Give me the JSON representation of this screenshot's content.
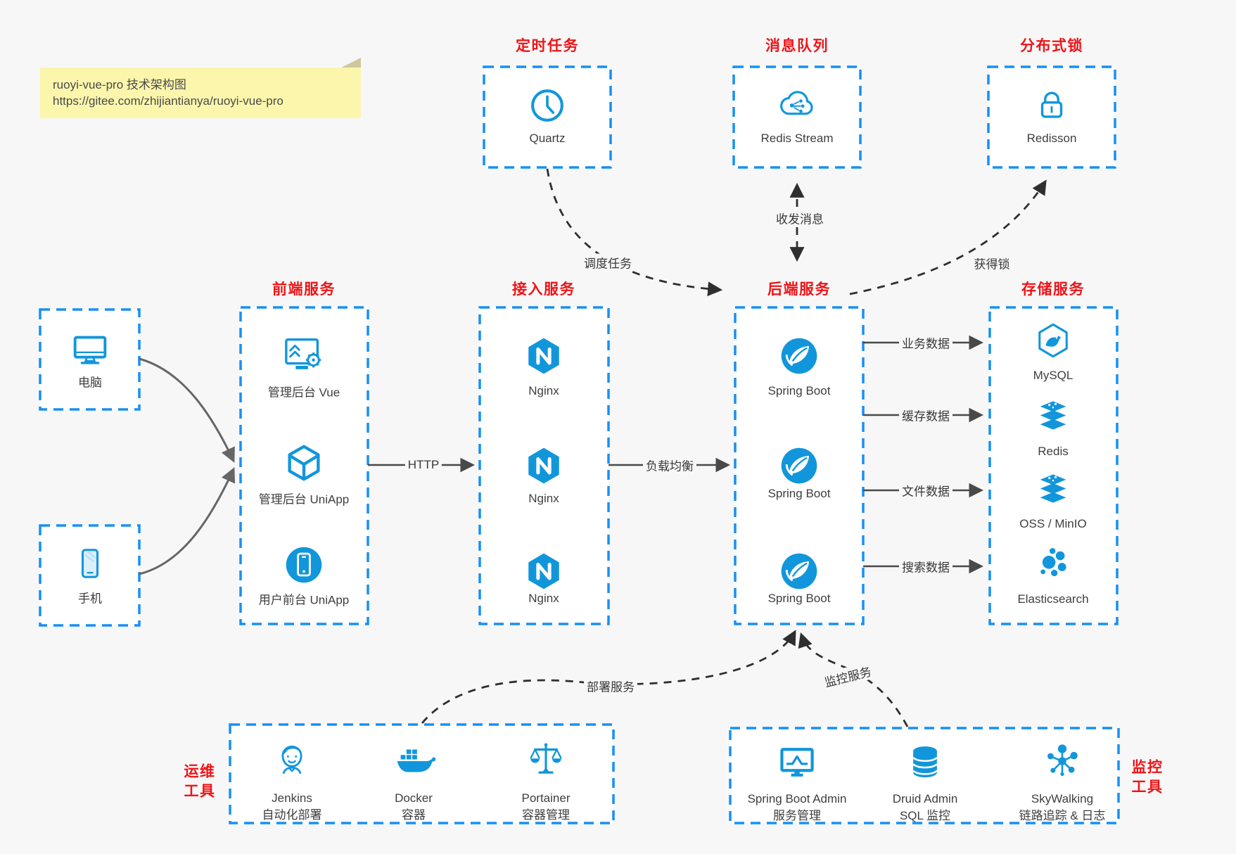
{
  "note": {
    "line1": "ruoyi-vue-pro 技术架构图",
    "line2": "https://gitee.com/zhijiantianya/ruoyi-vue-pro"
  },
  "colors": {
    "border_blue": "#1690f5",
    "icon_blue": "#1296db",
    "title_red": "#ee1417",
    "note_yellow": "#fbf6ab",
    "background": "#f7f7f8",
    "arrow_dark": "#494949"
  },
  "top_groups": [
    {
      "title": "定时任务",
      "icon": "clock-icon",
      "label": "Quartz"
    },
    {
      "title": "消息队列",
      "icon": "cloud-share-icon",
      "label": "Redis Stream"
    },
    {
      "title": "分布式锁",
      "icon": "lock-icon",
      "label": "Redisson"
    }
  ],
  "clients": [
    {
      "icon": "desktop-icon",
      "label": "电脑"
    },
    {
      "icon": "mobile-icon",
      "label": "手机"
    }
  ],
  "columns": [
    {
      "title": "前端服务",
      "items": [
        {
          "icon": "admin-vue-icon",
          "label": "管理后台 Vue"
        },
        {
          "icon": "cube-icon",
          "label": "管理后台 UniApp"
        },
        {
          "icon": "mobile-app-icon",
          "label": "用户前台 UniApp"
        }
      ]
    },
    {
      "title": "接入服务",
      "items": [
        {
          "icon": "nginx-icon",
          "label": "Nginx"
        },
        {
          "icon": "nginx-icon",
          "label": "Nginx"
        },
        {
          "icon": "nginx-icon",
          "label": "Nginx"
        }
      ]
    },
    {
      "title": "后端服务",
      "items": [
        {
          "icon": "spring-icon",
          "label": "Spring Boot"
        },
        {
          "icon": "spring-icon",
          "label": "Spring Boot"
        },
        {
          "icon": "spring-icon",
          "label": "Spring Boot"
        }
      ]
    },
    {
      "title": "存储服务",
      "items": [
        {
          "icon": "mysql-icon",
          "label": "MySQL"
        },
        {
          "icon": "redis-icon",
          "label": "Redis"
        },
        {
          "icon": "oss-icon",
          "label": "OSS / MinIO"
        },
        {
          "icon": "elasticsearch-icon",
          "label": "Elasticsearch"
        }
      ]
    }
  ],
  "bottom_groups": [
    {
      "side_title": [
        "运维",
        "工具"
      ],
      "items": [
        {
          "icon": "jenkins-icon",
          "label": "Jenkins",
          "sublabel": "自动化部署"
        },
        {
          "icon": "docker-icon",
          "label": "Docker",
          "sublabel": "容器"
        },
        {
          "icon": "portainer-icon",
          "label": "Portainer",
          "sublabel": "容器管理"
        }
      ]
    },
    {
      "side_title": [
        "监控",
        "工具"
      ],
      "items": [
        {
          "icon": "spring-boot-admin-icon",
          "label": "Spring Boot Admin",
          "sublabel": "服务管理"
        },
        {
          "icon": "druid-icon",
          "label": "Druid Admin",
          "sublabel": "SQL 监控"
        },
        {
          "icon": "skywalking-icon",
          "label": "SkyWalking",
          "sublabel": "链路追踪 & 日志"
        }
      ]
    }
  ],
  "edges": {
    "http": "HTTP",
    "load_balance": "负载均衡",
    "business_data": "业务数据",
    "cache_data": "缓存数据",
    "file_data": "文件数据",
    "search_data": "搜索数据",
    "schedule_task": "调度任务",
    "message": "收发消息",
    "acquire_lock": "获得锁",
    "deploy": "部署服务",
    "monitor": "监控服务"
  }
}
